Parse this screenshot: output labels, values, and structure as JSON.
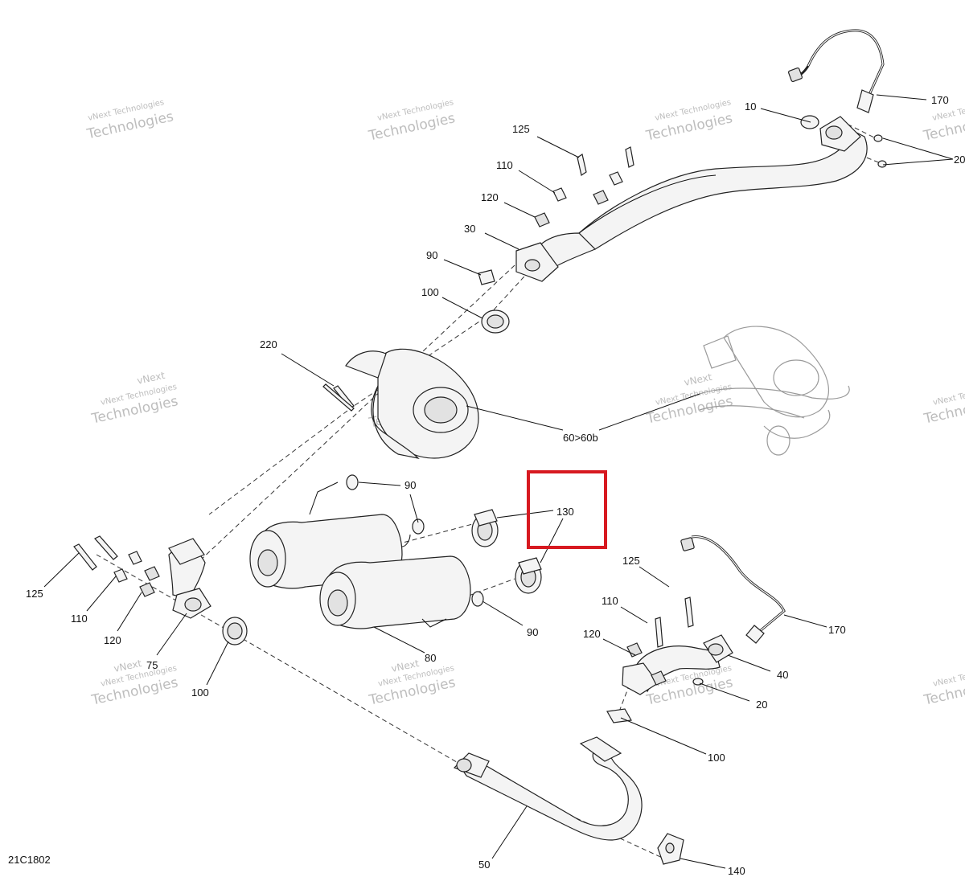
{
  "diagram": {
    "code": "21C1802",
    "watermark": {
      "line1": "vNext Technologies",
      "line2": "Technologies",
      "small": "vNext"
    },
    "highlight": {
      "color": "#d71920",
      "target": "130"
    },
    "labels": {
      "p170a": "170",
      "p10": "10",
      "p20a": "20",
      "p125a": "125",
      "p110a": "110",
      "p120a": "120",
      "p30": "30",
      "p90a": "90",
      "p100a": "100",
      "p220": "220",
      "p60": "60>60b",
      "p90b": "90",
      "p130": "130",
      "p125b": "125",
      "p110b": "110",
      "p120b": "120",
      "p75": "75",
      "p100b": "100",
      "p80": "80",
      "p90c": "90",
      "p125c": "125",
      "p110c": "110",
      "p170b": "170",
      "p120c": "120",
      "p40": "40",
      "p20b": "20",
      "p100c": "100",
      "p50": "50",
      "p140": "140"
    }
  }
}
